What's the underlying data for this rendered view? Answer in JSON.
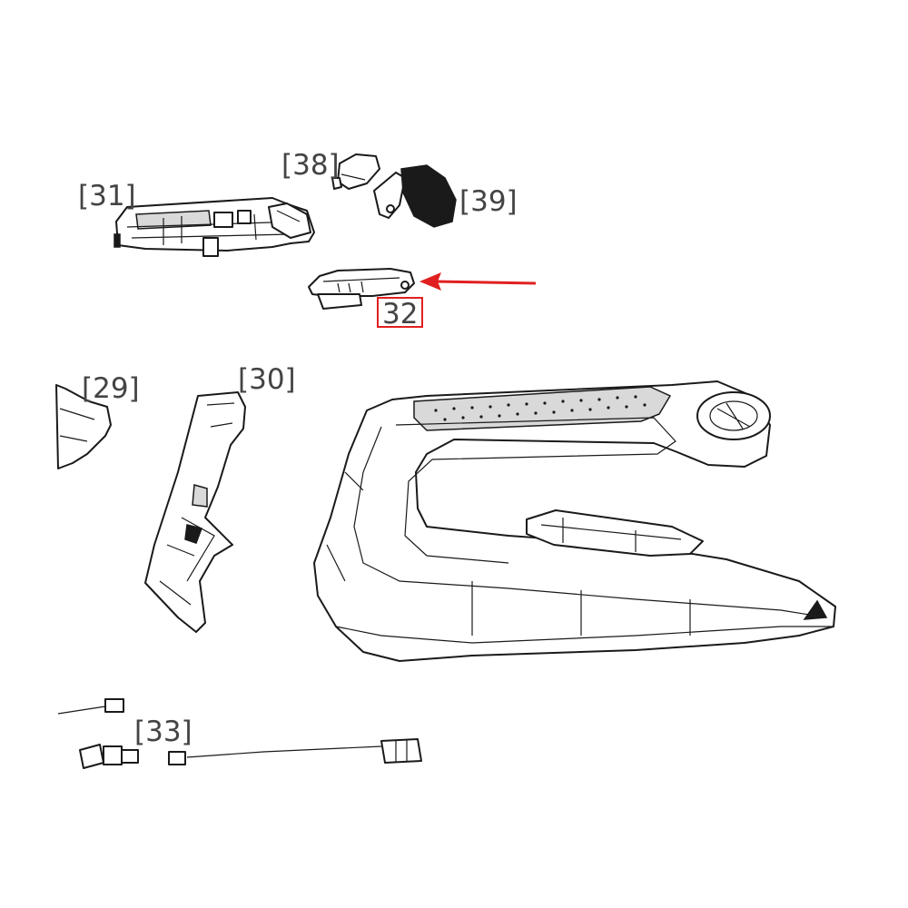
{
  "labels": {
    "p31": "[31]",
    "p38": "[38]",
    "p39": "[39]",
    "p32": "32",
    "p29": "[29]",
    "p30": "[30]",
    "p33": "[33]"
  },
  "highlight": {
    "part": "32",
    "box_color": "#e02020",
    "arrow_color": "#e02020"
  }
}
